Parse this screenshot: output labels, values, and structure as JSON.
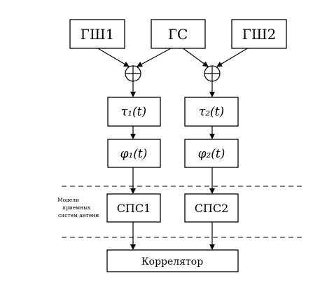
{
  "generators": {
    "noise1": "ГШ1",
    "signal": "ГС",
    "noise2": "ГШ2"
  },
  "delays": {
    "d1": "τ₁(t)",
    "d2": "τ₂(t)"
  },
  "phases": {
    "p1": "φ₁(t)",
    "p2": "φ₂(t)"
  },
  "receivers": {
    "r1": "СПС1",
    "r2": "СПС2"
  },
  "side_note": {
    "line1": "Модели",
    "line2": "приемных",
    "line3": "систем антенн"
  },
  "correlator": "Коррелятор"
}
